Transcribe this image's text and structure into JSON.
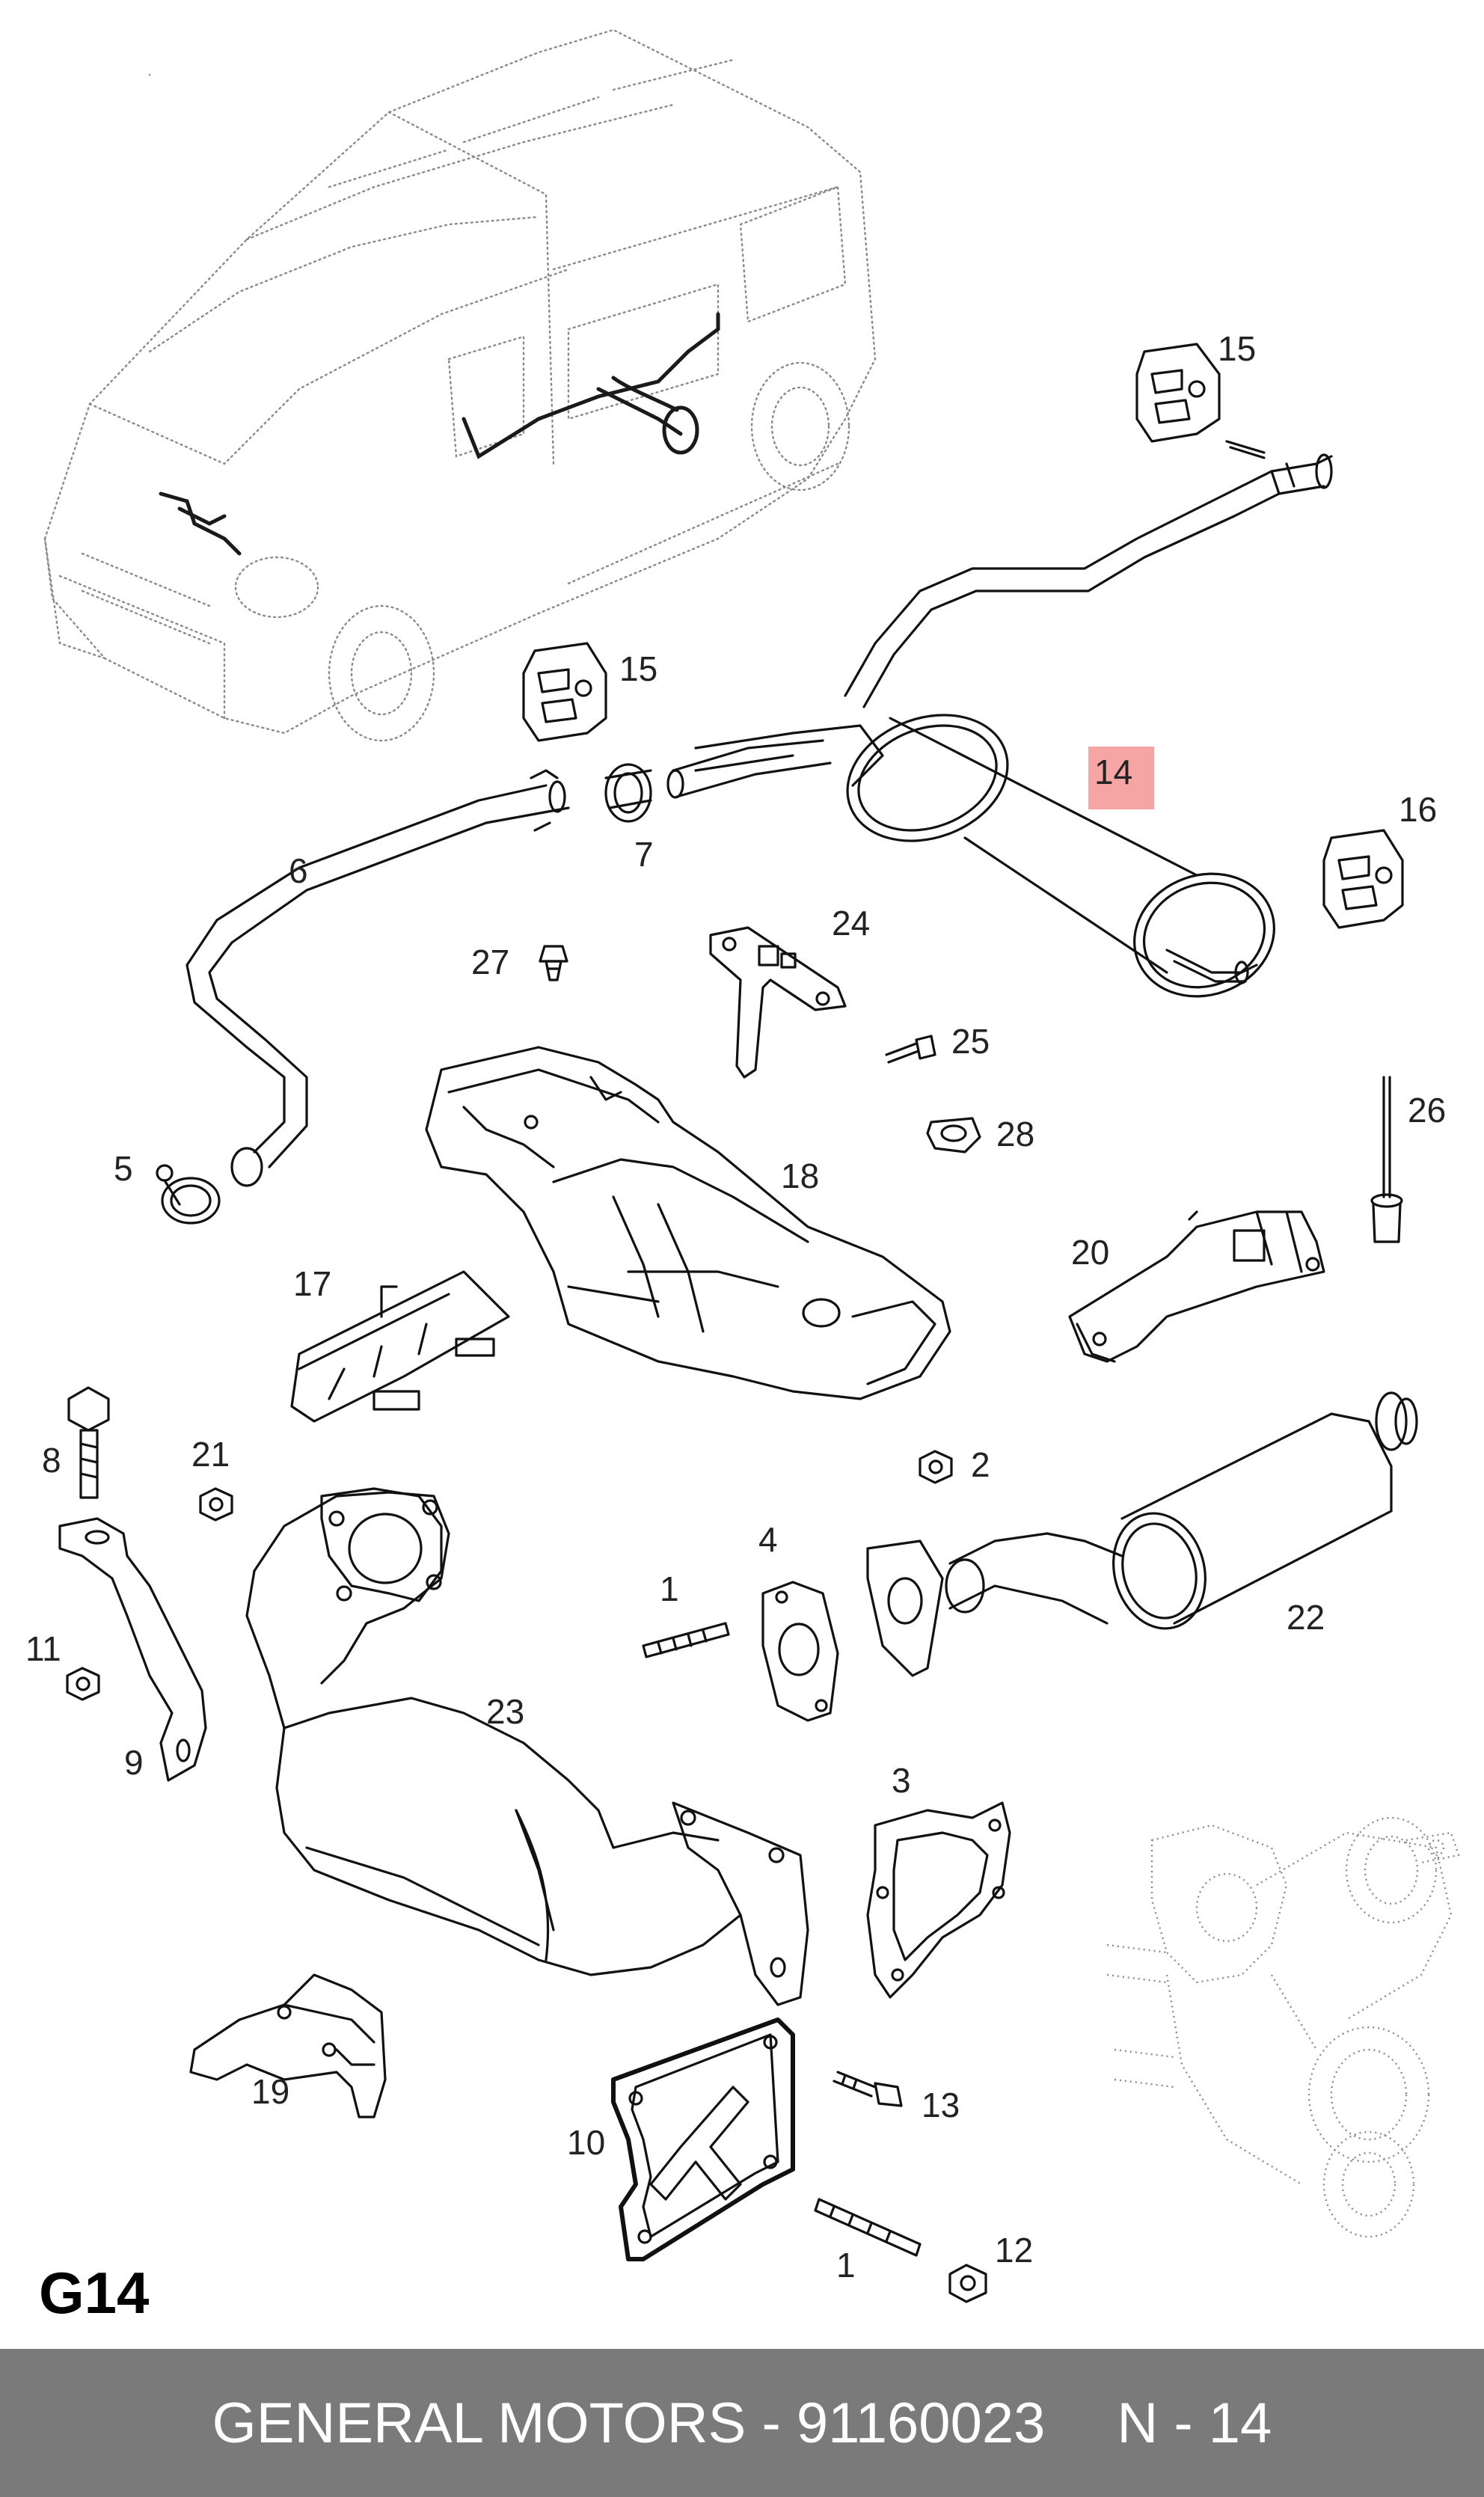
{
  "section_code": "G14",
  "footer": {
    "brand_part": "GENERAL MOTORS - 91160023",
    "page_ref": "N - 14"
  },
  "highlight": {
    "part_number": "14",
    "color": "#f59a9a"
  },
  "callouts": {
    "p1a": "1",
    "p1b": "1",
    "p2": "2",
    "p3": "3",
    "p4": "4",
    "p5": "5",
    "p6": "6",
    "p7": "7",
    "p8": "8",
    "p9": "9",
    "p10": "10",
    "p11": "11",
    "p12": "12",
    "p13": "13",
    "p15a": "15",
    "p15b": "15",
    "p16": "16",
    "p17": "17",
    "p18": "18",
    "p19": "19",
    "p20": "20",
    "p21": "21",
    "p22": "22",
    "p23": "23",
    "p24": "24",
    "p25": "25",
    "p26": "26",
    "p27": "27",
    "p28": "28"
  }
}
